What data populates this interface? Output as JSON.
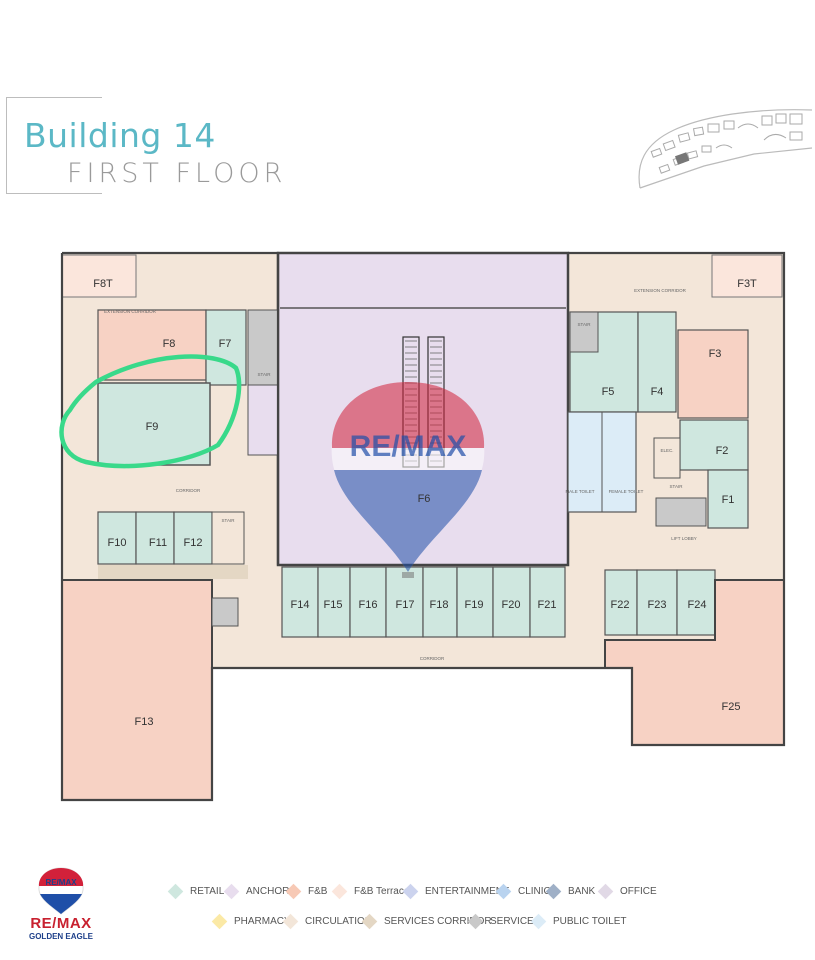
{
  "header": {
    "building": "Building 14",
    "floor": "FIRST FLOOR"
  },
  "colors": {
    "retail": "#cfe7df",
    "anchor": "#e8ddee",
    "fnb": "#f7d2c4",
    "fnb_terrace": "#fbe6dc",
    "entertainment": "#ccd3ee",
    "clinic": "#b9d3ef",
    "bank": "#9fb0c7",
    "office": "#e1d9e6",
    "pharmacy": "#fbe9a6",
    "circulation": "#f3e6d9",
    "services_corridor": "#e4d7c4",
    "services": "#c9c9c9",
    "public_toilet": "#dcecf7",
    "highlight": "#39d98a",
    "walls": "#444444"
  },
  "units": {
    "F1": "F1",
    "F2": "F2",
    "F3": "F3",
    "F3T": "F3T",
    "F4": "F4",
    "F5": "F5",
    "F6": "F6",
    "F7": "F7",
    "F8": "F8",
    "F8T": "F8T",
    "F9": "F9",
    "F10": "F10",
    "F11": "F11",
    "F12": "F12",
    "F13": "F13",
    "F14": "F14",
    "F15": "F15",
    "F16": "F16",
    "F17": "F17",
    "F18": "F18",
    "F19": "F19",
    "F20": "F20",
    "F21": "F21",
    "F22": "F22",
    "F23": "F23",
    "F24": "F24",
    "F25": "F25"
  },
  "labels": {
    "extension_corridor_left": "EXTENSION CORRIDOR",
    "extension_corridor_right": "EXTENSION CORRIDOR",
    "corridor_mid": "CORRIDOR",
    "corridor_bottom": "CORRIDOR",
    "stair_left_1": "STAIR",
    "stair_left_2": "STAIR",
    "stair_right_1": "STAIR",
    "stair_right_2": "STAIR",
    "male_toilet": "MALE TOILET",
    "female_toilet": "FEMALE TOILET",
    "elec": "ELEC.",
    "lift_lobby": "LIFT LOBBY"
  },
  "watermark": {
    "text": "RE/MAX"
  },
  "legend": [
    {
      "label": "RETAIL",
      "color": "#cfe7df"
    },
    {
      "label": "ANCHOR",
      "color": "#e8ddee"
    },
    {
      "label": "F&B",
      "color": "#f7c9b5"
    },
    {
      "label": "F&B Terrace",
      "color": "#fbe6dc"
    },
    {
      "label": "ENTERTAINMENT",
      "color": "#ccd3ee"
    },
    {
      "label": "CLINIC",
      "color": "#b9d3ef"
    },
    {
      "label": "BANK",
      "color": "#9fb0c7"
    },
    {
      "label": "OFFICE",
      "color": "#e1d9e6"
    },
    {
      "label": "PHARMACY",
      "color": "#fbe9a6"
    },
    {
      "label": "CIRCULATION",
      "color": "#f3e6d9"
    },
    {
      "label": "SERVICES CORRIDOR",
      "color": "#e4d7c4"
    },
    {
      "label": "SERVICES",
      "color": "#c9c9c9"
    },
    {
      "label": "PUBLIC TOILET",
      "color": "#dcecf7"
    }
  ],
  "logo": {
    "balloon_text": "RE/MAX",
    "word": "RE/MAX",
    "sub": "GOLDEN EAGLE"
  }
}
